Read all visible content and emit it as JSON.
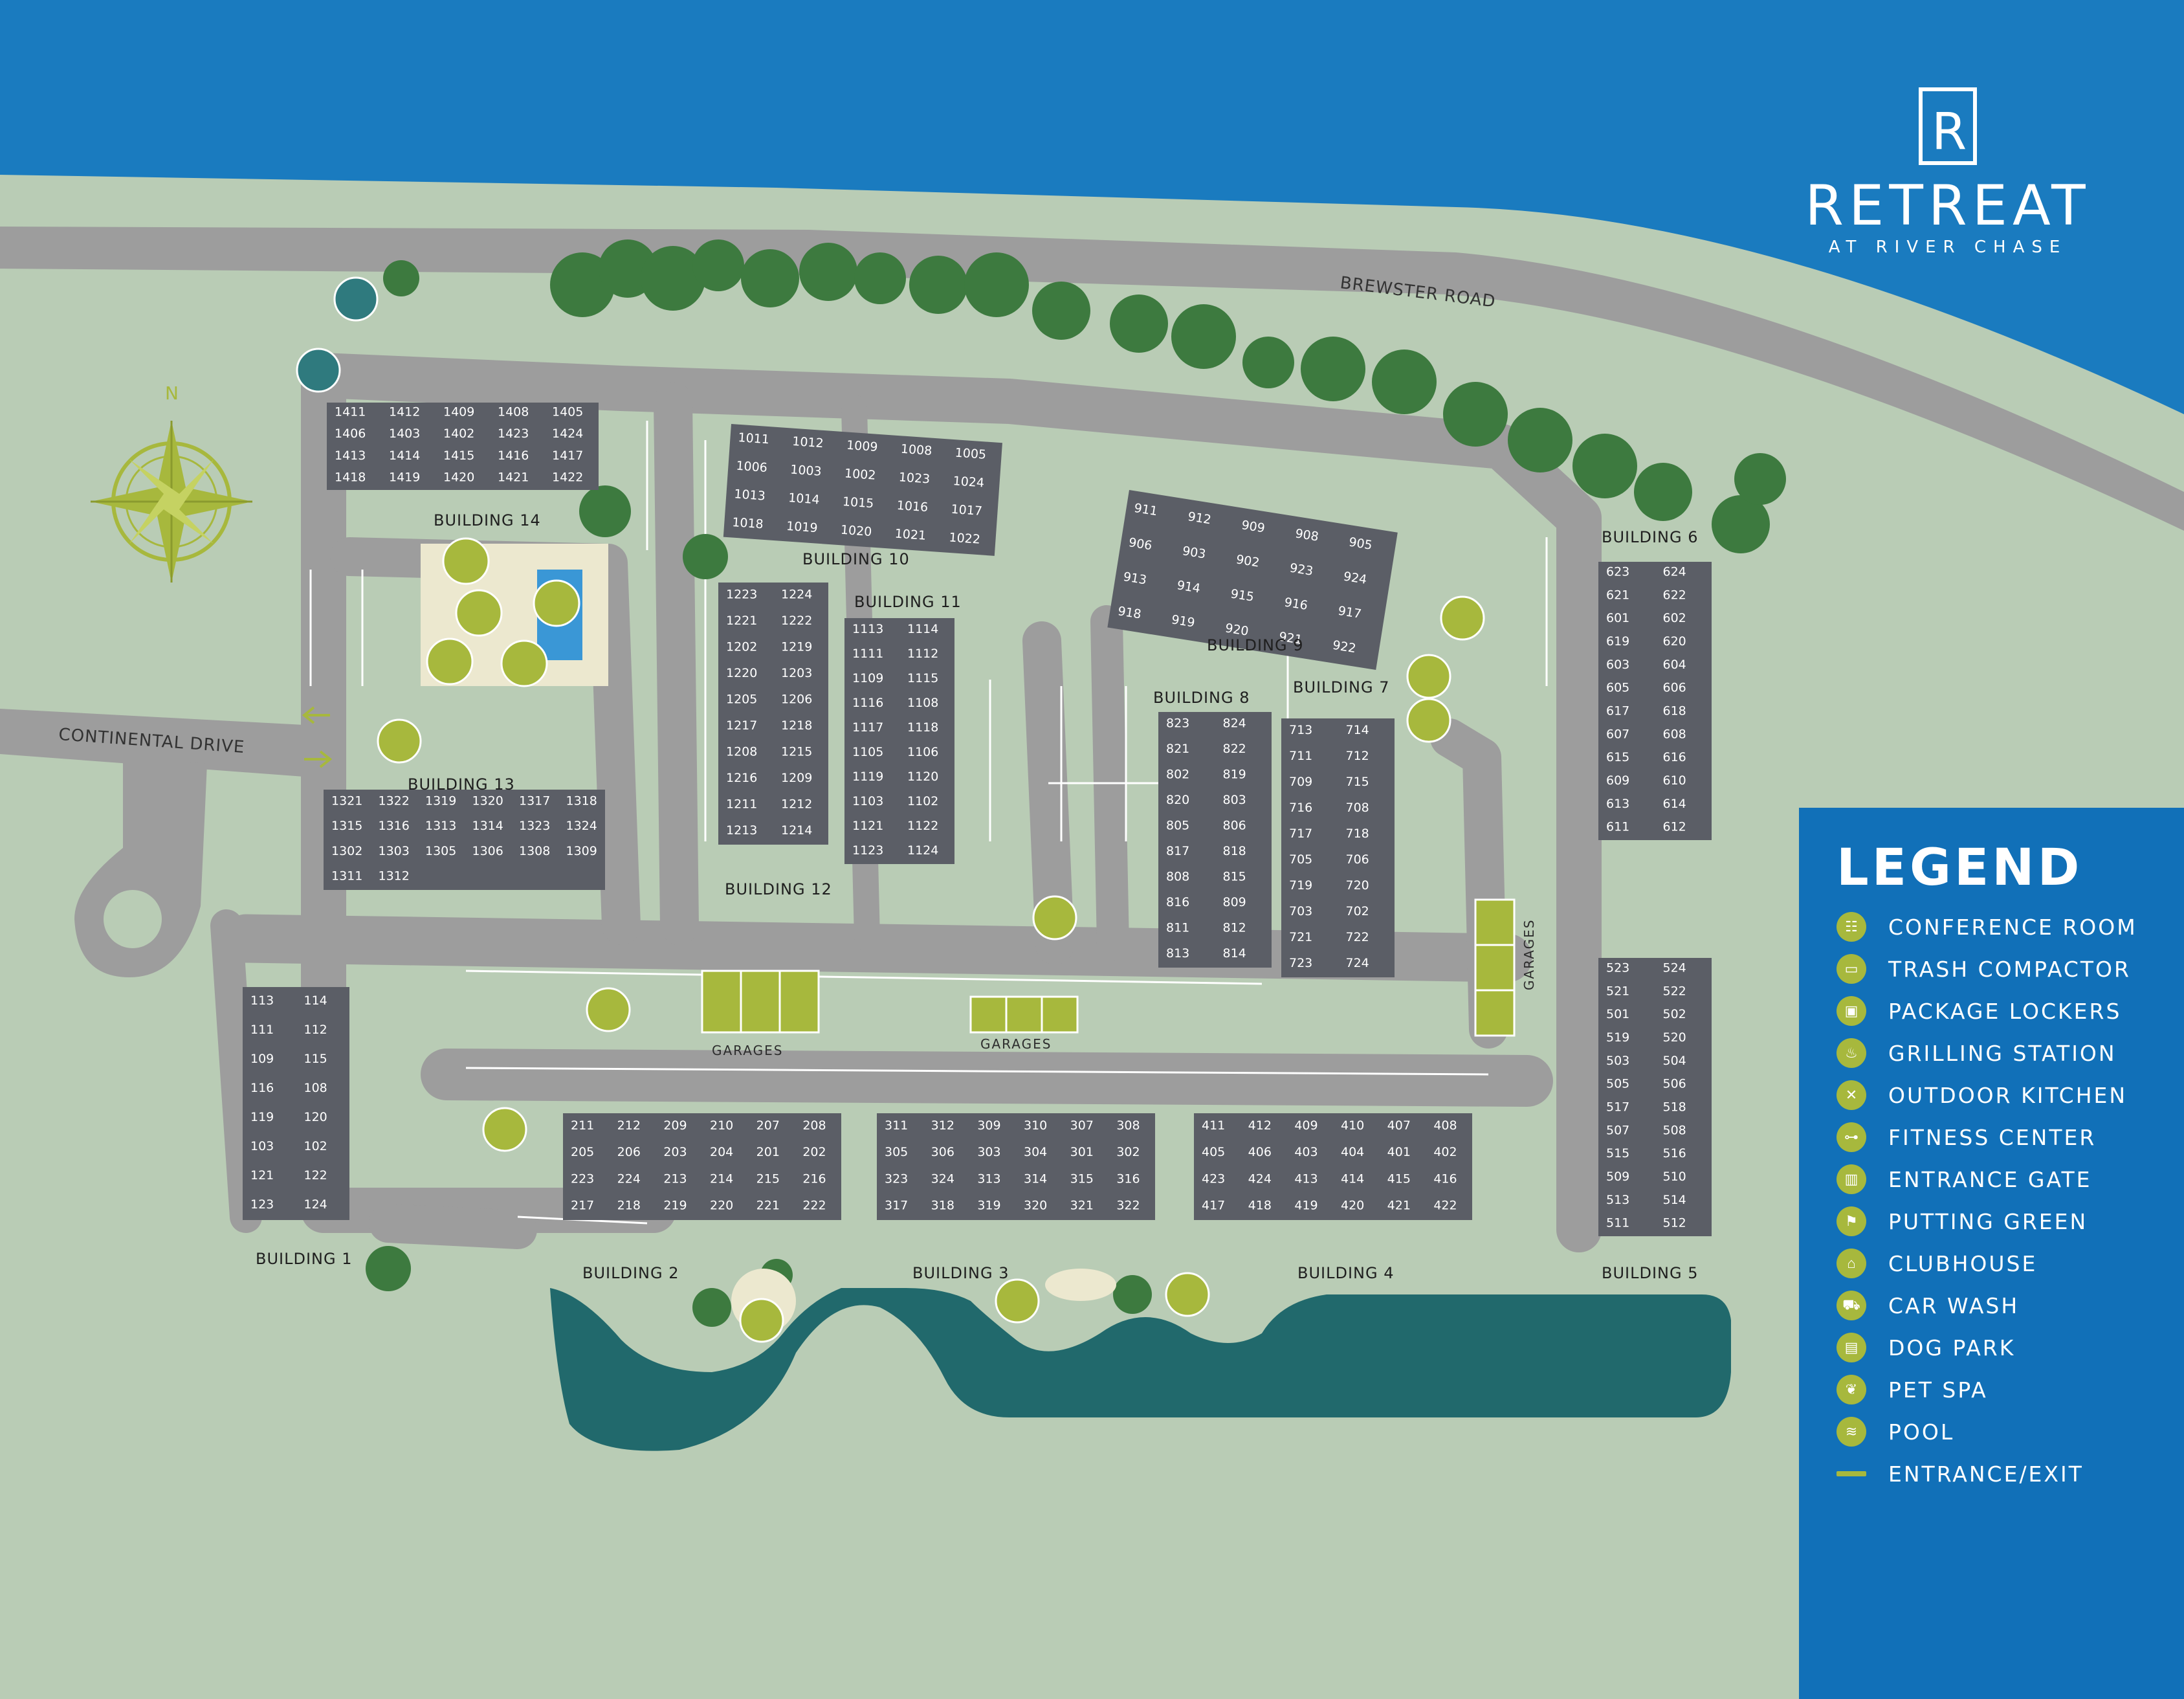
{
  "brand": {
    "title": "RETREAT",
    "subtitle": "AT RIVER CHASE",
    "logo_letter": "R"
  },
  "roads": {
    "north": "BREWSTER ROAD",
    "west": "CONTINENTAL DRIVE"
  },
  "compass": {
    "label": "N"
  },
  "garage_label": "GARAGES",
  "colors": {
    "water": "#1a7bbf",
    "land": "#b9ccb5",
    "road": "#9b9b9b",
    "building": "#5b5e66",
    "accent": "#a7b83d",
    "pond": "#21696c",
    "legend_bg": "#1170b8",
    "tree": "#3d7a3f"
  },
  "buildings": [
    {
      "name": "BUILDING 14",
      "units": [
        "1411",
        "1412",
        "1409",
        "1408",
        "1405",
        "1406",
        "1403",
        "1402",
        "1423",
        "1424",
        "1413",
        "1414",
        "1415",
        "1416",
        "1417",
        "1418",
        "1419",
        "1420",
        "1421",
        "1422"
      ]
    },
    {
      "name": "BUILDING 10",
      "units": [
        "1011",
        "1012",
        "1009",
        "1008",
        "1005",
        "1006",
        "1003",
        "1002",
        "1023",
        "1024",
        "1013",
        "1014",
        "1015",
        "1016",
        "1017",
        "1018",
        "1019",
        "1020",
        "1021",
        "1022"
      ]
    },
    {
      "name": "BUILDING 9",
      "units": [
        "911",
        "912",
        "909",
        "908",
        "905",
        "906",
        "903",
        "902",
        "923",
        "924",
        "913",
        "914",
        "915",
        "916",
        "917",
        "918",
        "919",
        "920",
        "921",
        "922"
      ]
    },
    {
      "name": "BUILDING 6",
      "units": [
        "623",
        "624",
        "621",
        "622",
        "601",
        "602",
        "619",
        "620",
        "603",
        "604",
        "605",
        "606",
        "617",
        "618",
        "607",
        "608",
        "615",
        "616",
        "609",
        "610",
        "613",
        "614",
        "611",
        "612"
      ]
    },
    {
      "name": "BUILDING 11",
      "units": [
        "1113",
        "1114",
        "1111",
        "1112",
        "1109",
        "1115",
        "1116",
        "1108",
        "1117",
        "1118",
        "1105",
        "1106",
        "1119",
        "1120",
        "1103",
        "1102",
        "1121",
        "1122",
        "1123",
        "1124"
      ]
    },
    {
      "name": "BUILDING 12",
      "units": [
        "1223",
        "1224",
        "1221",
        "1222",
        "1202",
        "1219",
        "1220",
        "1203",
        "1205",
        "1206",
        "1217",
        "1218",
        "1208",
        "1215",
        "1216",
        "1209",
        "1211",
        "1212",
        "1213",
        "1214"
      ]
    },
    {
      "name": "BUILDING 8",
      "units": [
        "823",
        "824",
        "821",
        "822",
        "802",
        "819",
        "820",
        "803",
        "805",
        "806",
        "817",
        "818",
        "808",
        "815",
        "816",
        "809",
        "811",
        "812",
        "813",
        "814"
      ]
    },
    {
      "name": "BUILDING 7",
      "units": [
        "713",
        "714",
        "711",
        "712",
        "709",
        "715",
        "716",
        "708",
        "717",
        "718",
        "705",
        "706",
        "719",
        "720",
        "703",
        "702",
        "721",
        "722",
        "723",
        "724"
      ]
    },
    {
      "name": "BUILDING 13",
      "units": [
        "1321",
        "1322",
        "1319",
        "1320",
        "1317",
        "1318",
        "1315",
        "1316",
        "1313",
        "1314",
        "1323",
        "1324",
        "1302",
        "1303",
        "1305",
        "1306",
        "1308",
        "1309",
        "1311",
        "1312"
      ]
    },
    {
      "name": "BUILDING 1",
      "units": [
        "113",
        "114",
        "111",
        "112",
        "109",
        "115",
        "116",
        "108",
        "119",
        "120",
        "103",
        "102",
        "121",
        "122",
        "123",
        "124"
      ]
    },
    {
      "name": "BUILDING 2",
      "units": [
        "211",
        "212",
        "209",
        "210",
        "207",
        "208",
        "205",
        "206",
        "203",
        "204",
        "201",
        "202",
        "223",
        "224",
        "213",
        "214",
        "215",
        "216",
        "217",
        "218",
        "219",
        "220",
        "221",
        "222"
      ]
    },
    {
      "name": "BUILDING 3",
      "units": [
        "311",
        "312",
        "309",
        "310",
        "307",
        "308",
        "305",
        "306",
        "303",
        "304",
        "301",
        "302",
        "323",
        "324",
        "313",
        "314",
        "315",
        "316",
        "317",
        "318",
        "319",
        "320",
        "321",
        "322"
      ]
    },
    {
      "name": "BUILDING 4",
      "units": [
        "411",
        "412",
        "409",
        "410",
        "407",
        "408",
        "405",
        "406",
        "403",
        "404",
        "401",
        "402",
        "423",
        "424",
        "413",
        "414",
        "415",
        "416",
        "417",
        "418",
        "419",
        "420",
        "421",
        "422"
      ]
    },
    {
      "name": "BUILDING 5",
      "units": [
        "523",
        "524",
        "521",
        "522",
        "501",
        "502",
        "519",
        "520",
        "503",
        "504",
        "505",
        "506",
        "517",
        "518",
        "507",
        "508",
        "515",
        "516",
        "509",
        "510",
        "513",
        "514",
        "511",
        "512"
      ]
    }
  ],
  "legend": {
    "title": "LEGEND",
    "items": [
      {
        "label": "CONFERENCE ROOM",
        "icon": "conference-icon",
        "glyph": "☷"
      },
      {
        "label": "TRASH COMPACTOR",
        "icon": "trash-icon",
        "glyph": "▭"
      },
      {
        "label": "PACKAGE LOCKERS",
        "icon": "package-icon",
        "glyph": "▣"
      },
      {
        "label": "GRILLING STATION",
        "icon": "grill-icon",
        "glyph": "♨"
      },
      {
        "label": "OUTDOOR KITCHEN",
        "icon": "kitchen-icon",
        "glyph": "✕"
      },
      {
        "label": "FITNESS CENTER",
        "icon": "fitness-icon",
        "glyph": "⊶"
      },
      {
        "label": "ENTRANCE GATE",
        "icon": "gate-icon",
        "glyph": "▥"
      },
      {
        "label": "PUTTING GREEN",
        "icon": "golf-icon",
        "glyph": "⚑"
      },
      {
        "label": "CLUBHOUSE",
        "icon": "clubhouse-icon",
        "glyph": "⌂"
      },
      {
        "label": "CAR WASH",
        "icon": "car-icon",
        "glyph": "⛟"
      },
      {
        "label": "DOG PARK",
        "icon": "dog-park-icon",
        "glyph": "▤"
      },
      {
        "label": "PET SPA",
        "icon": "paw-icon",
        "glyph": "❦"
      },
      {
        "label": "POOL",
        "icon": "pool-icon",
        "glyph": "≋"
      },
      {
        "label": "ENTRANCE/EXIT",
        "icon": "entrance-line",
        "glyph": ""
      }
    ]
  }
}
